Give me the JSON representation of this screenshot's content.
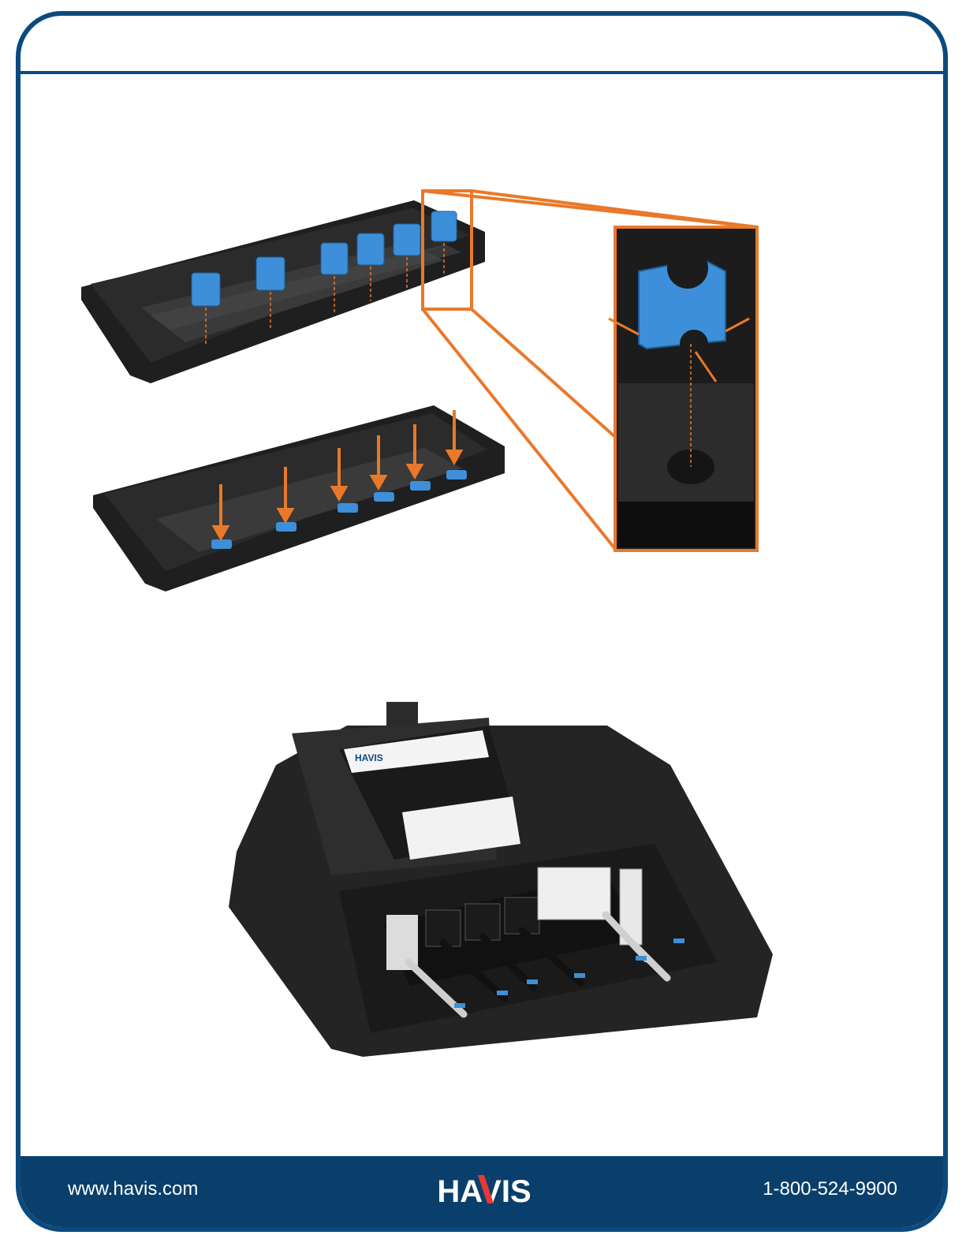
{
  "footer": {
    "url": "www.havis.com",
    "phone": "1-800-524-9900",
    "logo_text": "HAVIS"
  },
  "label": {
    "brand": "HAVIS"
  },
  "colors": {
    "frame": "#0b4a7e",
    "footer": "#0b3f6b",
    "callout": "#e8792a",
    "grommet": "#3d8fd9",
    "housing": "#1f1f1f"
  }
}
